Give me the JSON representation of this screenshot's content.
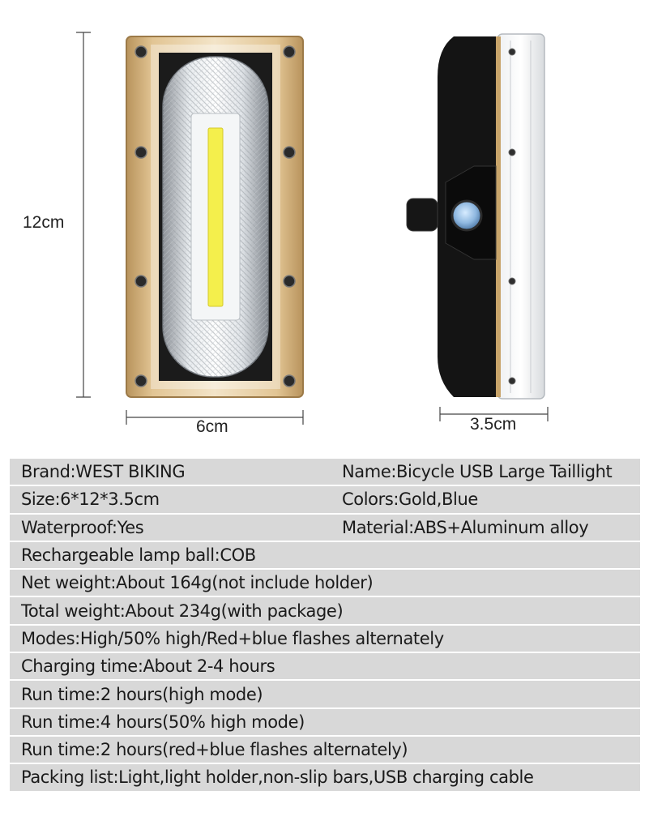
{
  "dimensions": {
    "height_label": "12cm",
    "width_label": "6cm",
    "depth_label": "3.5cm"
  },
  "specs": {
    "brand": "Brand:WEST BIKING",
    "name": "Name:Bicycle USB Large Taillight",
    "size": "Size:6*12*3.5cm",
    "colors": "Colors:Gold,Blue",
    "waterproof": "Waterproof:Yes",
    "material": "Material:ABS+Aluminum alloy",
    "lamp": "Rechargeable lamp ball:COB",
    "net_weight": "Net weight:About 164g(not include holder)",
    "total_weight": "Total weight:About 234g(with package)",
    "modes": "Modes:High/50% high/Red+blue flashes alternately",
    "charging": "Charging time:About 2-4 hours",
    "run_high": "Run time:2 hours(high mode)",
    "run_50": "Run time:4 hours(50% high mode)",
    "run_flash": "Run time:2 hours(red+blue flashes alternately)",
    "packing": "Packing list:Light,light holder,non-slip bars,USB charging cable"
  },
  "colors": {
    "table_row": "#d8d8d8",
    "frame_gold": "#c8a46a",
    "body_black": "#141414",
    "button_blue": "#8fb8e0"
  }
}
